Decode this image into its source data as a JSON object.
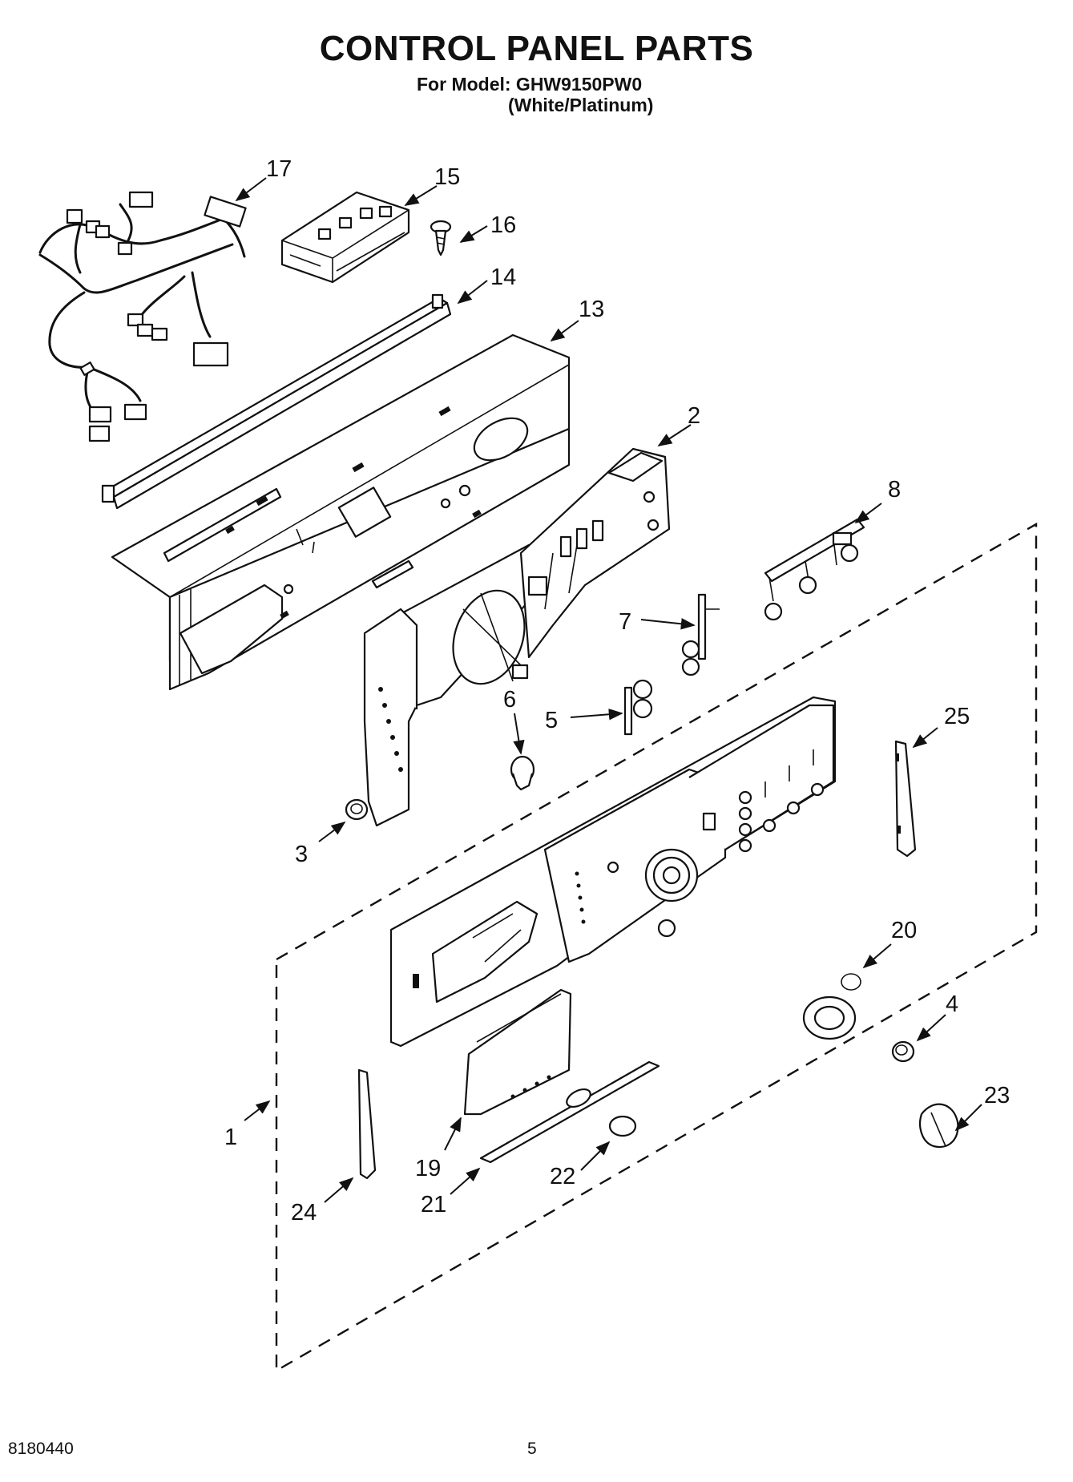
{
  "header": {
    "title": "CONTROL PANEL PARTS",
    "model_line": "For Model: GHW9150PW0",
    "variant_line": "(White/Platinum)"
  },
  "footer": {
    "doc_number": "8180440",
    "page_number": "5"
  },
  "callouts": {
    "p1": "1",
    "p2": "2",
    "p3": "3",
    "p4": "4",
    "p5": "5",
    "p6": "6",
    "p7": "7",
    "p8": "8",
    "p13": "13",
    "p14": "14",
    "p15": "15",
    "p16": "16",
    "p17": "17",
    "p19": "19",
    "p20": "20",
    "p21": "21",
    "p22": "22",
    "p23": "23",
    "p24": "24",
    "p25": "25"
  }
}
